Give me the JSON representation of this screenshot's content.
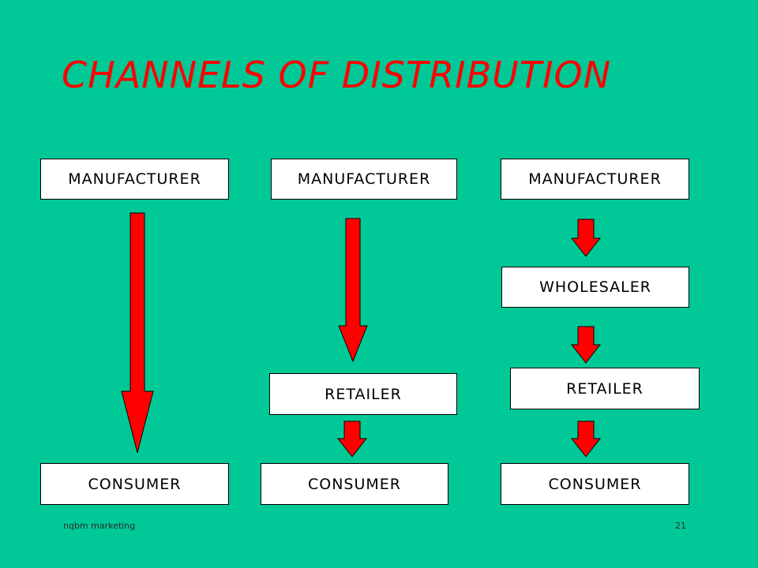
{
  "title": "CHANNELS OF DISTRIBUTION",
  "channels": [
    {
      "manufacturer": "MANUFACTURER",
      "consumer": "CONSUMER"
    },
    {
      "manufacturer": "MANUFACTURER",
      "retailer": "RETAILER",
      "consumer": "CONSUMER"
    },
    {
      "manufacturer": "MANUFACTURER",
      "wholesaler": "WHOLESALER",
      "retailer": "RETAILER",
      "consumer": "CONSUMER"
    }
  ],
  "footer": {
    "left": "nqbm marketing",
    "right": "21"
  },
  "colors": {
    "background": "#00C896",
    "title": "#FF0000",
    "arrow_fill": "#FF0000",
    "box_fill": "#FFFFFF"
  }
}
